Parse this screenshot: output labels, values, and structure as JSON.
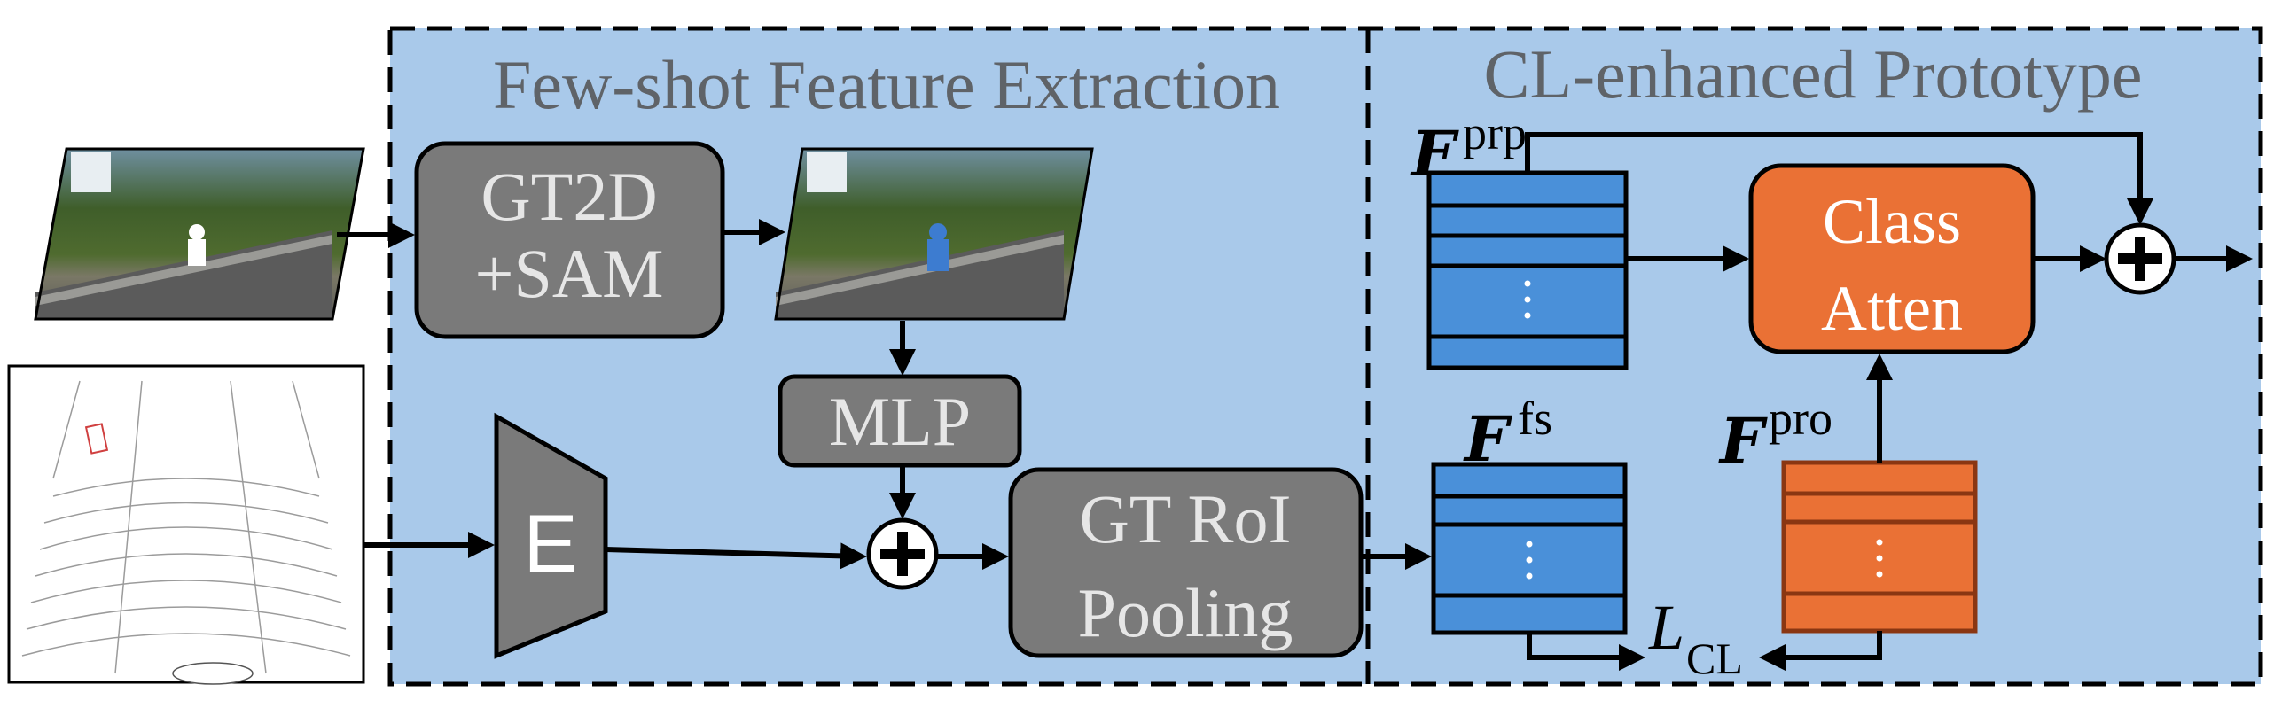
{
  "sections": {
    "left_title": "Few-shot Feature Extraction",
    "right_title": "CL-enhanced Prototype"
  },
  "modules": {
    "gt2d_sam_line1": "GT2D",
    "gt2d_sam_line2": "+SAM",
    "mlp": "MLP",
    "encoder": "E",
    "roi_line1": "GT RoI",
    "roi_line2": "Pooling",
    "class_atten_line1": "Class",
    "class_atten_line2": "Atten"
  },
  "features": {
    "prp_main": "F",
    "prp_sup": "prp",
    "fs_main": "F",
    "fs_sup": "fs",
    "pro_main": "F",
    "pro_sup": "pro"
  },
  "loss": {
    "main": "L",
    "sub": "CL"
  },
  "colors": {
    "panel_blue": "#a9c9ea",
    "module_gray": "#7a7a7a",
    "feature_blue": "#4a90d9",
    "feature_orange": "#ea7135",
    "orange_border": "#8a3612"
  }
}
